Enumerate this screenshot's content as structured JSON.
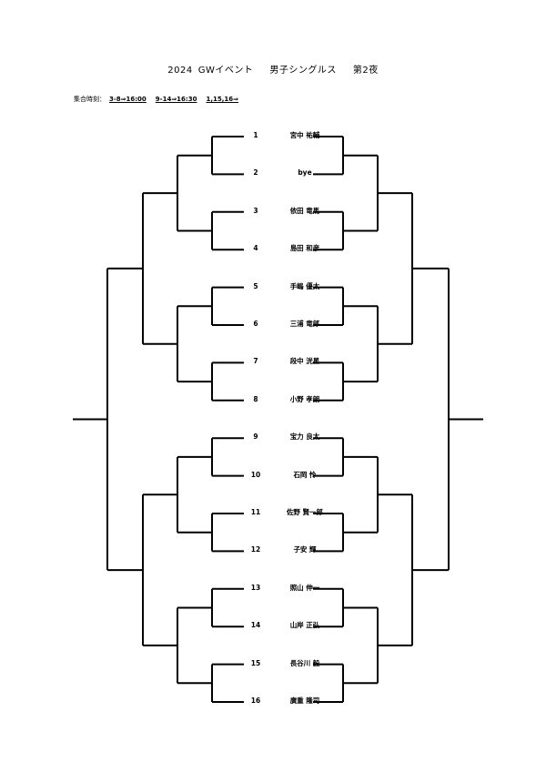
{
  "title": {
    "year": "2024",
    "event": "GWイベント",
    "division": "男子シングルス",
    "night": "第2夜"
  },
  "assembly": {
    "label": "集合時刻：",
    "slots": [
      "3-8⇒16:00",
      "9-14⇒16:30",
      "1,15,16⇒"
    ]
  },
  "players": [
    {
      "no": "1",
      "name": "宮中 祐輔"
    },
    {
      "no": "2",
      "name": "bye"
    },
    {
      "no": "3",
      "name": "依田 竜馬"
    },
    {
      "no": "4",
      "name": "島田 和彦"
    },
    {
      "no": "5",
      "name": "手嶋 優太"
    },
    {
      "no": "6",
      "name": "三浦 竜郎"
    },
    {
      "no": "7",
      "name": "段中 洸星"
    },
    {
      "no": "8",
      "name": "小野 孝朗"
    },
    {
      "no": "9",
      "name": "宝力 良太"
    },
    {
      "no": "10",
      "name": "石岡 怜"
    },
    {
      "no": "11",
      "name": "佐野 賢一郎"
    },
    {
      "no": "12",
      "name": "子安 輝"
    },
    {
      "no": "13",
      "name": "照山 伸一"
    },
    {
      "no": "14",
      "name": "山岸 正弘"
    },
    {
      "no": "15",
      "name": "長谷川 毅"
    },
    {
      "no": "16",
      "name": "廣重 隆司"
    }
  ]
}
